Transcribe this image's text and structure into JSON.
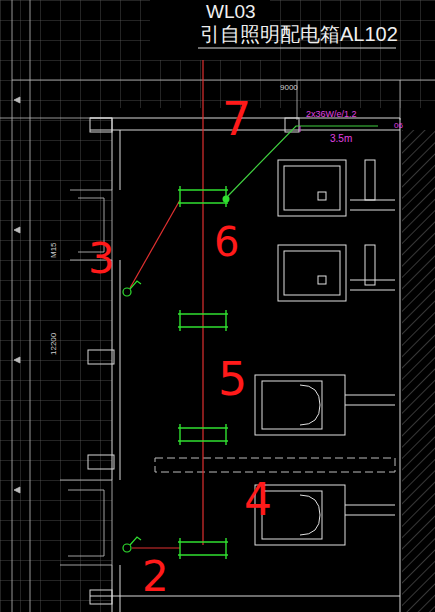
{
  "diagram": {
    "nodes": [],
    "edges": [],
    "labels": [
      "WL03",
      "引自照明配电箱AL102",
      "9000",
      "2x36W/e/1.2",
      "3.5m",
      "06",
      "M15",
      "12200",
      "7",
      "6",
      "3",
      "5",
      "4",
      "2"
    ]
  }
}
